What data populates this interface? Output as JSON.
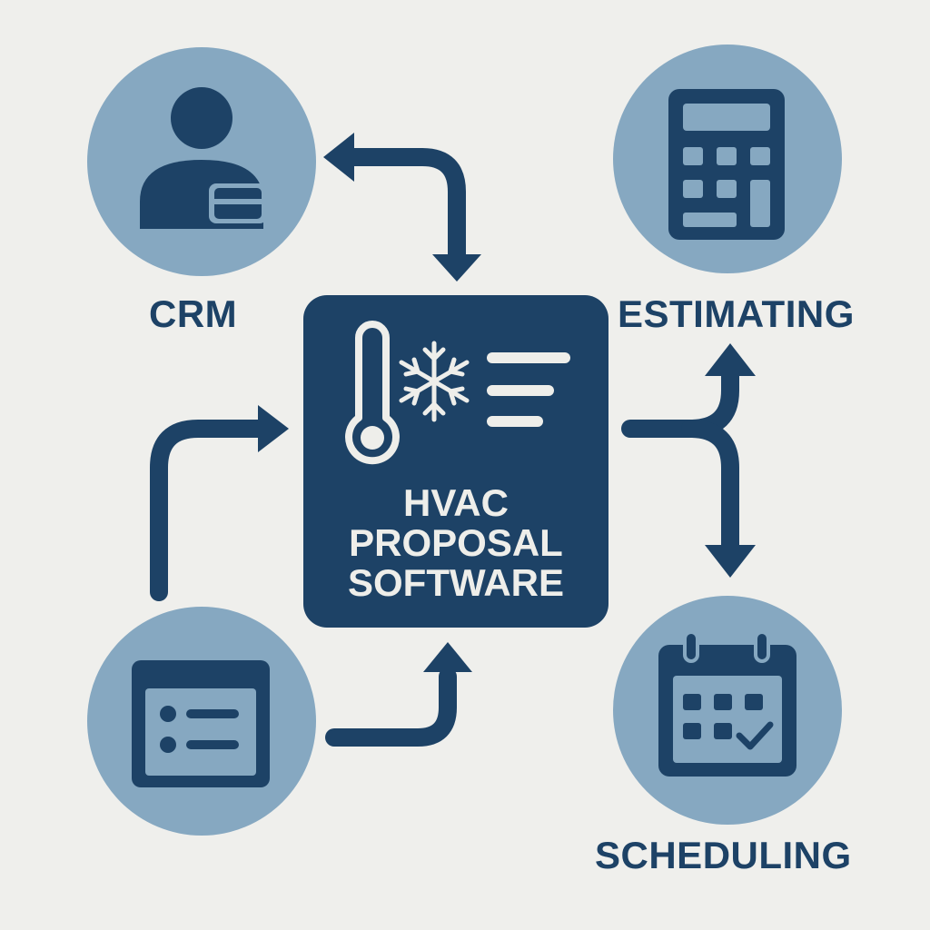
{
  "colors": {
    "background": "#efefec",
    "navy": "#1d4266",
    "circle_fill": "#86a8c1",
    "light": "#eeeeea"
  },
  "center": {
    "title_lines": [
      "HVAC",
      "PROPOSAL",
      "SOFTWARE"
    ],
    "icons": [
      "thermometer-icon",
      "snowflake-icon",
      "text-lines-icon"
    ]
  },
  "nodes": {
    "crm": {
      "label": "CRM",
      "icon": "user-id-icon"
    },
    "estimating": {
      "label": "ESTIMATING",
      "icon": "calculator-icon"
    },
    "scheduling": {
      "label": "SCHEDULING",
      "icon": "calendar-check-icon"
    },
    "list": {
      "icon": "checklist-icon"
    }
  }
}
